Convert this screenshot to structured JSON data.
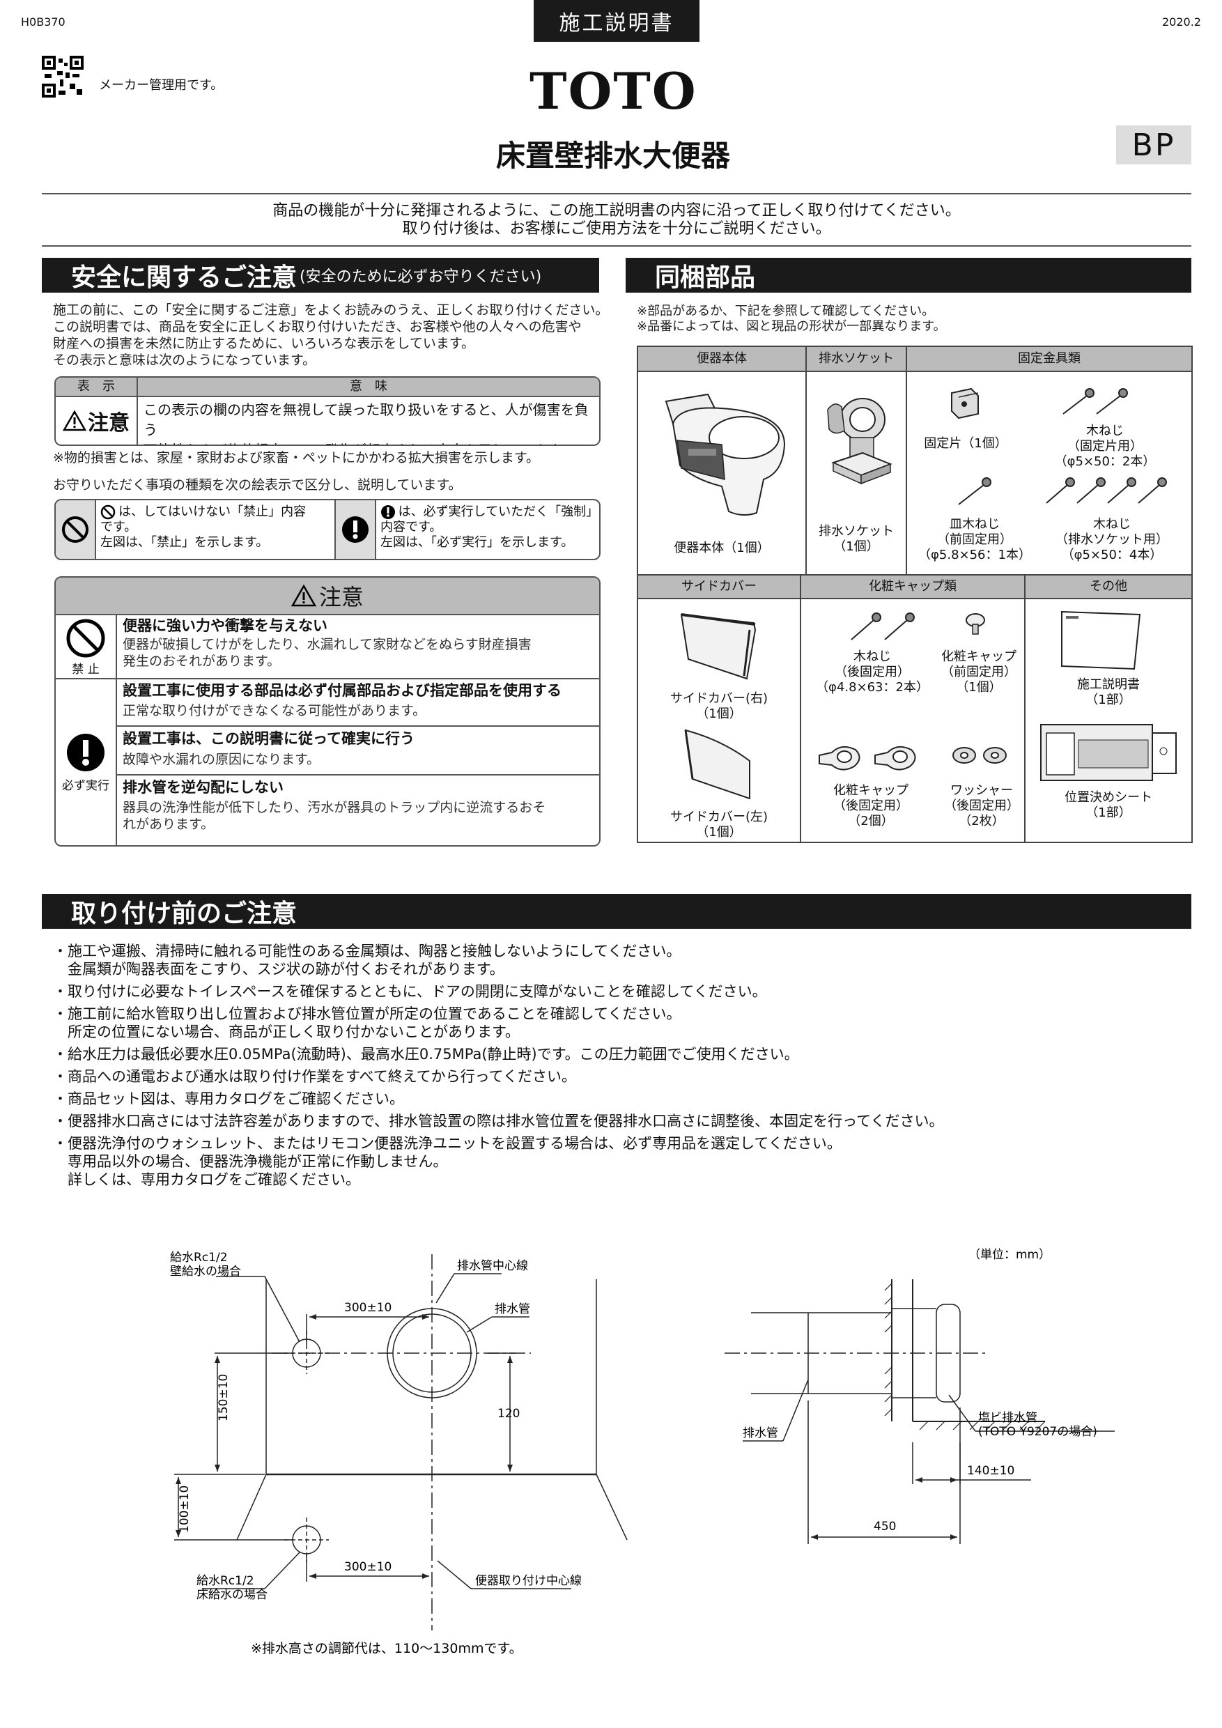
{
  "header": {
    "doc_code": "H0B370",
    "doc_type": "施工説明書",
    "date": "2020.2",
    "maker_note": "メーカー管理用です。",
    "logo": "TOTO",
    "title": "床置壁排水大便器",
    "badge": "BP"
  },
  "intro": [
    "商品の機能が十分に発揮されるように、この施工説明書の内容に沿って正しく取り付けてください。",
    "取り付け後は、お客様にご使用方法を十分にご説明ください。"
  ],
  "safety": {
    "heading": "安全に関するご注意",
    "heading_sub": "(安全のために必ずお守りください)",
    "paras": [
      "施工の前に、この「安全に関するご注意」をよくお読みのうえ、正しくお取り付けください。",
      "この説明書では、商品を安全に正しくお取り付けいただき、お客様や他の人々への危害や",
      "財産への損害を未然に防止するために、いろいろな表示をしています。",
      "その表示と意味は次のようになっています。"
    ],
    "table_head_left": "表　示",
    "table_head_right": "意　味",
    "caution_label": "注意",
    "caution_meaning": [
      "この表示の欄の内容を無視して誤った取り扱いをすると、人が傷害を負う",
      "可能性および物的損害のみの発生が想定される内容を示しています。"
    ],
    "note_damage": "※物的損害とは、家屋・家財および家畜・ペットにかかわる拡大損害を示します。",
    "note_kinds": "お守りいただく事項の種類を次の絵表示で区分し、説明しています。",
    "prohibit_text": [
      "は、してはいけない「禁止」内容",
      "です。",
      "左図は、「禁止」を示します。"
    ],
    "mandatory_text": [
      "は、必ず実行していただく「強制」",
      "内容です。",
      "左図は、「必ず実行」を示します。"
    ],
    "caution_heading": "注意",
    "prohibit_label": "禁 止",
    "mandatory_label": "必ず実行",
    "items": [
      {
        "title": "便器に強い力や衝撃を与えない",
        "body": [
          "便器が破損してけがをしたり、水漏れして家財などをぬらす財産損害",
          "発生のおそれがあります。"
        ]
      },
      {
        "title": "設置工事に使用する部品は必ず付属部品および指定部品を使用する",
        "body": [
          "正常な取り付けができなくなる可能性があります。"
        ]
      },
      {
        "title": "設置工事は、この説明書に従って確実に行う",
        "body": [
          "故障や水漏れの原因になります。"
        ]
      },
      {
        "title": "排水管を逆勾配にしない",
        "body": [
          "器具の洗浄性能が低下したり、汚水が器具のトラップ内に逆流するおそ",
          "れがあります。"
        ]
      }
    ]
  },
  "parts": {
    "heading": "同梱部品",
    "notes": [
      "※部品があるか、下記を参照して確認してください。",
      "※品番によっては、図と現品の形状が一部異なります。"
    ],
    "row1_heads": [
      "便器本体",
      "排水ソケット",
      "固定金具類"
    ],
    "row2_heads": [
      "サイドカバー",
      "化粧キャップ類",
      "その他"
    ],
    "toilet": [
      "便器本体（1個）"
    ],
    "socket": [
      "排水ソケット",
      "（1個）"
    ],
    "fixing_piece": [
      "固定片（1個）"
    ],
    "wood_screw_fix": [
      "木ねじ",
      "（固定片用）",
      "（φ5×50：2本）"
    ],
    "dish_screw": [
      "皿木ねじ",
      "（前固定用）",
      "（φ5.8×56：1本）"
    ],
    "wood_screw_socket": [
      "木ねじ",
      "（排水ソケット用）",
      "（φ5×50：4本）"
    ],
    "side_right": [
      "サイドカバー(右)",
      "（1個）"
    ],
    "side_left": [
      "サイドカバー(左)",
      "（1個）"
    ],
    "wood_screw_rear": [
      "木ねじ",
      "（後固定用）",
      "（φ4.8×63：2本）"
    ],
    "cap_front": [
      "化粧キャップ",
      "（前固定用）",
      "（1個）"
    ],
    "cap_rear": [
      "化粧キャップ",
      "（後固定用）",
      "（2個）"
    ],
    "washer": [
      "ワッシャー",
      "（後固定用）",
      "（2枚）"
    ],
    "manual": [
      "施工説明書",
      "（1部）"
    ],
    "sheet": [
      "位置決めシート",
      "（1部）"
    ]
  },
  "before": {
    "heading": "取り付け前のご注意",
    "bullets": [
      [
        "・施工や運搬、清掃時に触れる可能性のある金属類は、陶器と接触しないようにしてください。",
        "　金属類が陶器表面をこすり、スジ状の跡が付くおそれがあります。"
      ],
      [
        "・取り付けに必要なトイレスペースを確保するとともに、ドアの開閉に支障がないことを確認してください。"
      ],
      [
        "・施工前に給水管取り出し位置および排水管位置が所定の位置であることを確認してください。",
        "　所定の位置にない場合、商品が正しく取り付かないことがあります。"
      ],
      [
        "・給水圧力は最低必要水圧0.05MPa(流動時)、最高水圧0.75MPa(静止時)です。この圧力範囲でご使用ください。"
      ],
      [
        "・商品への通電および通水は取り付け作業をすべて終えてから行ってください。"
      ],
      [
        "・商品セット図は、専用カタログをご確認ください。"
      ],
      [
        "・便器排水口高さには寸法許容差がありますので、排水管設置の際は排水管位置を便器排水口高さに調整後、本固定を行ってください。"
      ],
      [
        "・便器洗浄付のウォシュレット、またはリモコン便器洗浄ユニットを設置する場合は、必ず専用品を選定してください。",
        "　専用品以外の場合、便器洗浄機能が正常に作動しません。",
        "　詳しくは、専用カタログをご確認ください。"
      ]
    ]
  },
  "diagram": {
    "unit": "（単位：mm）",
    "supply_wall": [
      "給水Rc1/2",
      "壁給水の場合"
    ],
    "supply_floor": [
      "給水Rc1/2",
      "床給水の場合"
    ],
    "drain_center": "排水管中心線",
    "drain_pipe": "排水管",
    "toilet_center": "便器取り付け中心線",
    "dim_300_top": "300±10",
    "dim_300_bottom": "300±10",
    "dim_150": "150±10",
    "dim_100": "100±10",
    "dim_120": "120",
    "side_drain": "排水管",
    "pvc": [
      "塩ビ排水管",
      "(TOTO Y9207の場合)"
    ],
    "dim_140": "140±10",
    "dim_450": "450",
    "footnote": "※排水高さの調節代は、110～130mmです。"
  }
}
